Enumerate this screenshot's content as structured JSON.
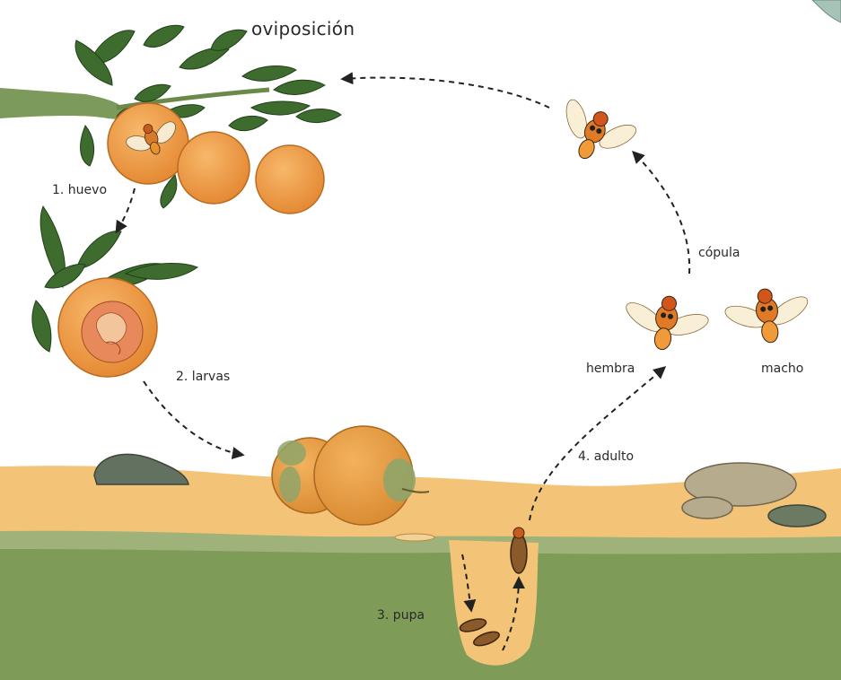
{
  "title": "oviposición",
  "stages": {
    "egg": "1. huevo",
    "larvae": "2. larvas",
    "pupa": "3. pupa",
    "adult": "4. adulto"
  },
  "mating": {
    "copulation": "cópula",
    "female": "hembra",
    "male": "macho"
  },
  "colors": {
    "orange": "#f0a14e",
    "leaf": "#3e6b2e",
    "sand": "#f3c478",
    "soil_green": "#8fa86a",
    "soil_dark": "#7d9a55",
    "rock": "#6c7a63",
    "arrow": "#222222"
  }
}
